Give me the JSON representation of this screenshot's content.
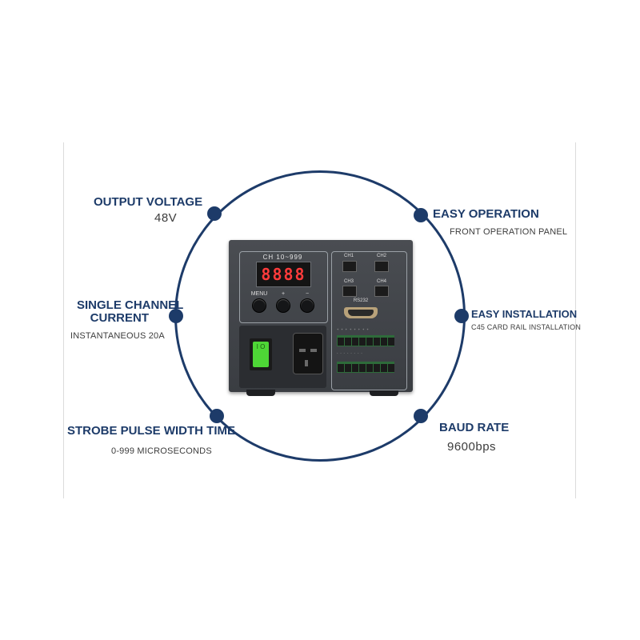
{
  "features": {
    "output_voltage": {
      "title": "OUTPUT VOLTAGE",
      "value": "48V"
    },
    "single_channel_current": {
      "title_line1": "SINGLE CHANNEL",
      "title_line2": "CURRENT",
      "value": "INSTANTANEOUS 20A"
    },
    "strobe_pulse": {
      "title": "STROBE PULSE WIDTH TIME",
      "value": "0-999 MICROSECONDS"
    },
    "easy_operation": {
      "title": "EASY OPERATION",
      "value": "FRONT OPERATION PANEL"
    },
    "easy_installation": {
      "title": "EASY INSTALLATION",
      "value": "C45 CARD RAIL INSTALLATION"
    },
    "baud_rate": {
      "title": "BAUD RATE",
      "value": "9600bps"
    }
  },
  "device": {
    "channel_label": "CH  10~999",
    "display": "8888",
    "buttons": [
      "MENU",
      "+",
      "−"
    ],
    "connectors": [
      "CH1",
      "CH2",
      "CH3",
      "CH4"
    ],
    "serial_label": "RS232",
    "switch_mark": "I O"
  },
  "colors": {
    "accent": "#1d3b69",
    "switch": "#4ed636",
    "display": "#ff3b3b"
  }
}
